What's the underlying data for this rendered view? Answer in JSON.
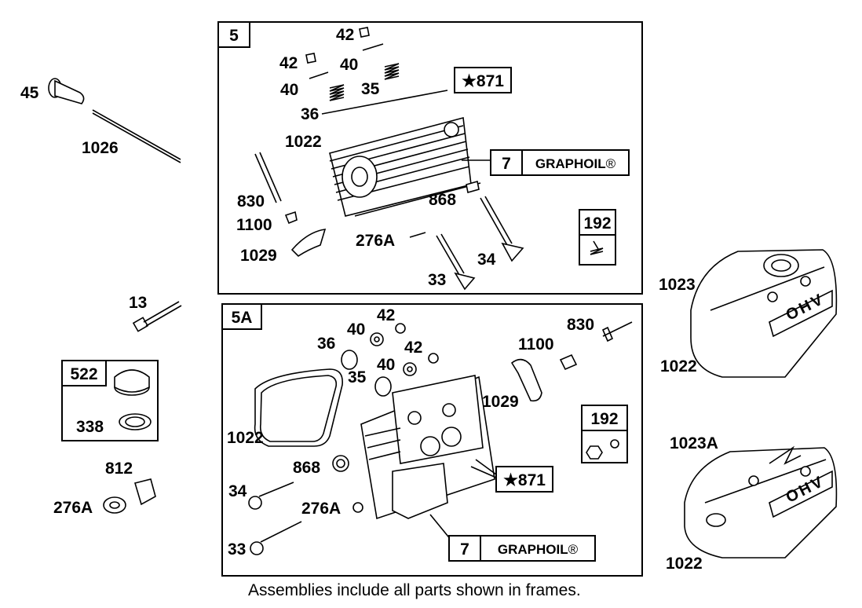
{
  "caption": "Assemblies include all parts shown in frames.",
  "registered_mark": "®",
  "frames": {
    "upper": {
      "id": "5",
      "labels": {
        "p42a": "42",
        "p42b": "42",
        "p40a": "40",
        "p40b": "40",
        "p36": "36",
        "p35": "35",
        "p1022": "1022",
        "p830": "830",
        "p1100": "1100",
        "p1029": "1029",
        "p276a": "276A",
        "p868": "868",
        "p34": "34",
        "p33": "33"
      },
      "star_871": "★871",
      "graphoil_num": "7",
      "graphoil_text": "GRAPHOIL",
      "kit": "192"
    },
    "lower": {
      "id": "5A",
      "labels": {
        "p42a": "42",
        "p42b": "42",
        "p40a": "40",
        "p40b": "40",
        "p36": "36",
        "p35": "35",
        "p830": "830",
        "p1100": "1100",
        "p1029": "1029",
        "p1022": "1022",
        "p868": "868",
        "p34": "34",
        "p276a": "276A",
        "p33": "33"
      },
      "star_871": "★871",
      "graphoil_num": "7",
      "graphoil_text": "GRAPHOIL",
      "kit": "192"
    },
    "cap": {
      "id": "522",
      "labels": {
        "p338": "338"
      }
    }
  },
  "loose": {
    "p45": "45",
    "p1026": "1026",
    "p13": "13",
    "p812": "812",
    "p276a": "276A",
    "p1023": "1023",
    "p1022a": "1022",
    "p1023a": "1023A",
    "p1022b": "1022"
  },
  "cover_text": "OHV"
}
